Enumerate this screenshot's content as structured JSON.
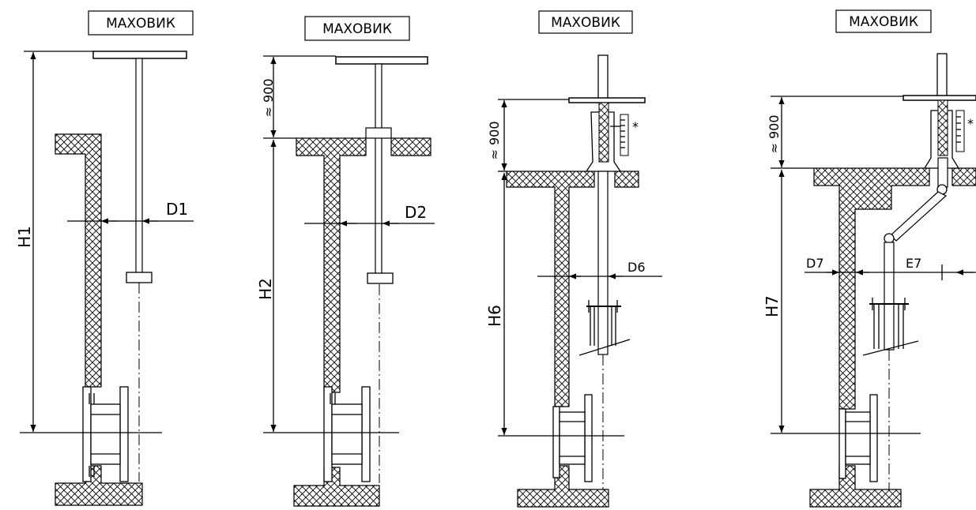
{
  "panels": [
    {
      "label": "МАХОВИК",
      "dims": {
        "height": "H1",
        "diameter": "D1"
      }
    },
    {
      "label": "МАХОВИК",
      "dims": {
        "height": "H2",
        "diameter": "D2",
        "approx": "≈ 900"
      }
    },
    {
      "label": "МАХОВИК",
      "dims": {
        "height": "H6",
        "diameter": "D6",
        "approx": "≈ 900",
        "mark": "*"
      }
    },
    {
      "label": "МАХОВИК",
      "dims": {
        "height": "H7",
        "diameter": "D7",
        "extra": "E7",
        "approx": "≈ 900",
        "mark": "*"
      }
    }
  ]
}
